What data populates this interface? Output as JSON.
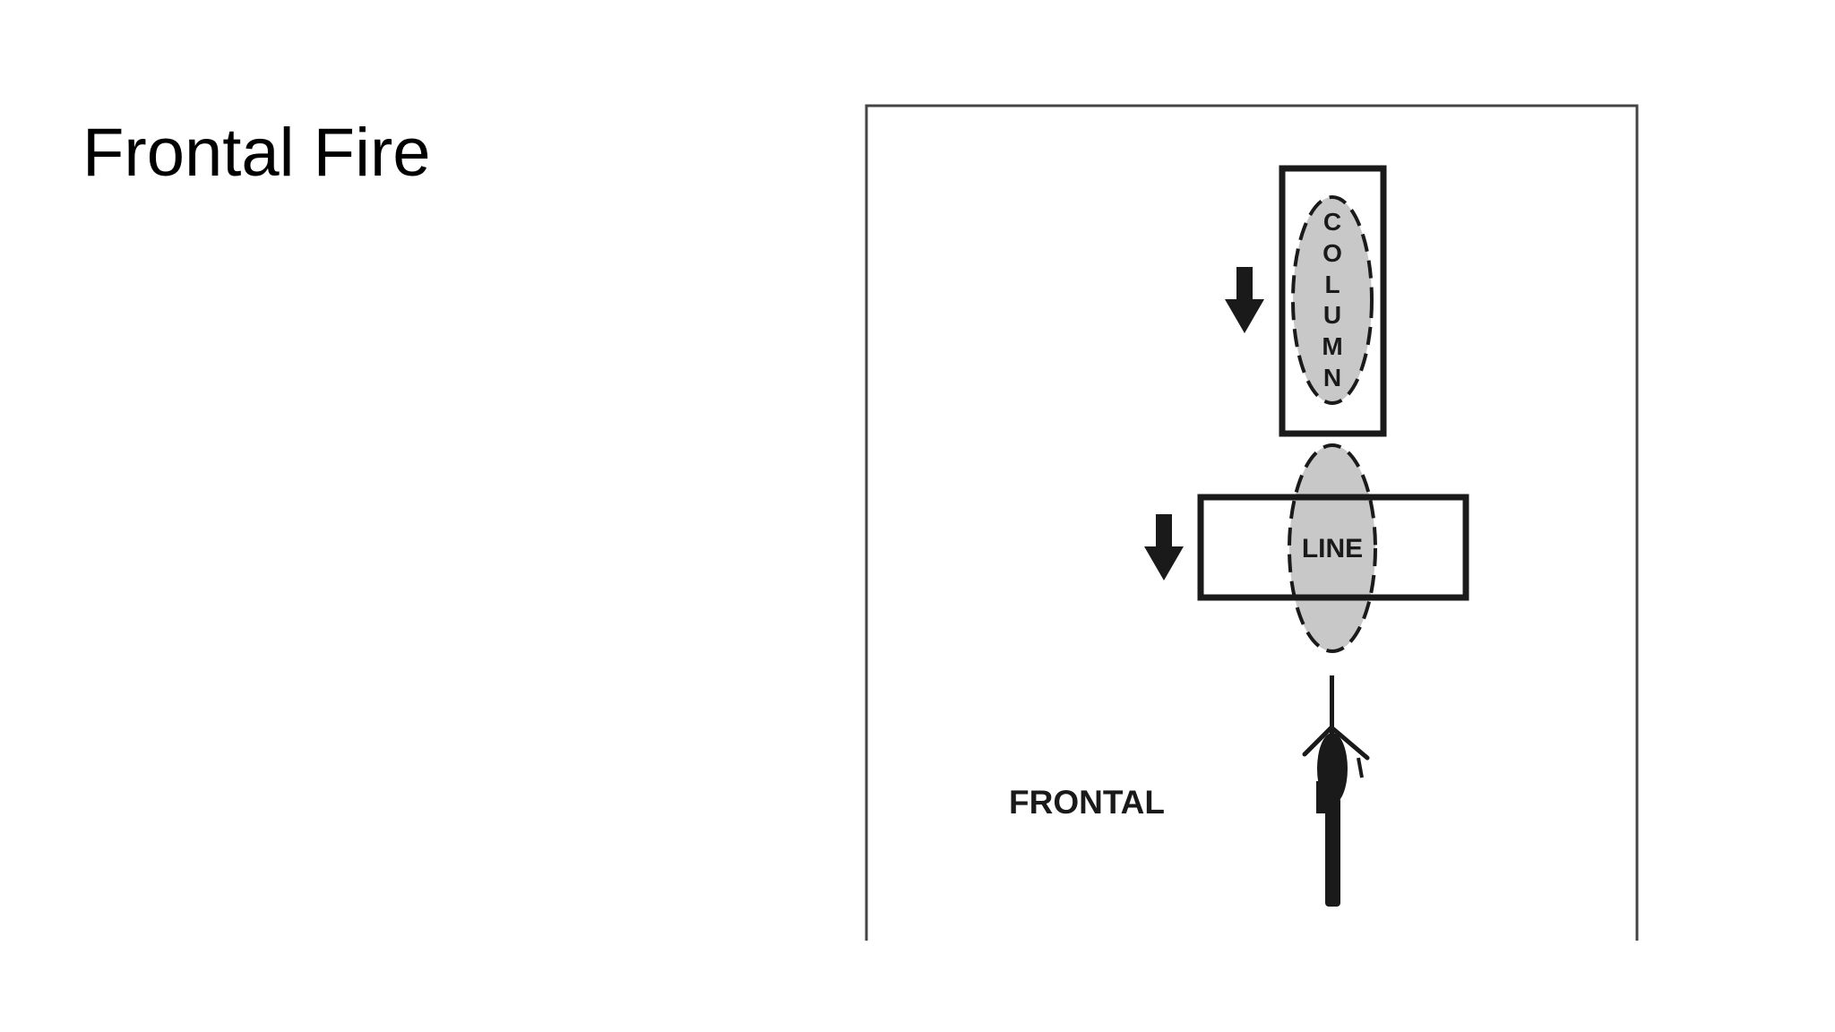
{
  "slide": {
    "title": "Frontal Fire"
  },
  "diagram": {
    "column_label": "COLUMN",
    "line_label": "LINE",
    "frontal_label": "FRONTAL",
    "column_letters": [
      "C",
      "O",
      "L",
      "U",
      "M",
      "N"
    ],
    "colors": {
      "ink": "#1a1a1a",
      "fill_gray": "#c8c8c8",
      "frame": "#444444",
      "background": "#ffffff"
    },
    "icons": [
      "arrow-down-icon",
      "arrow-down-icon",
      "soldier-icon"
    ]
  }
}
